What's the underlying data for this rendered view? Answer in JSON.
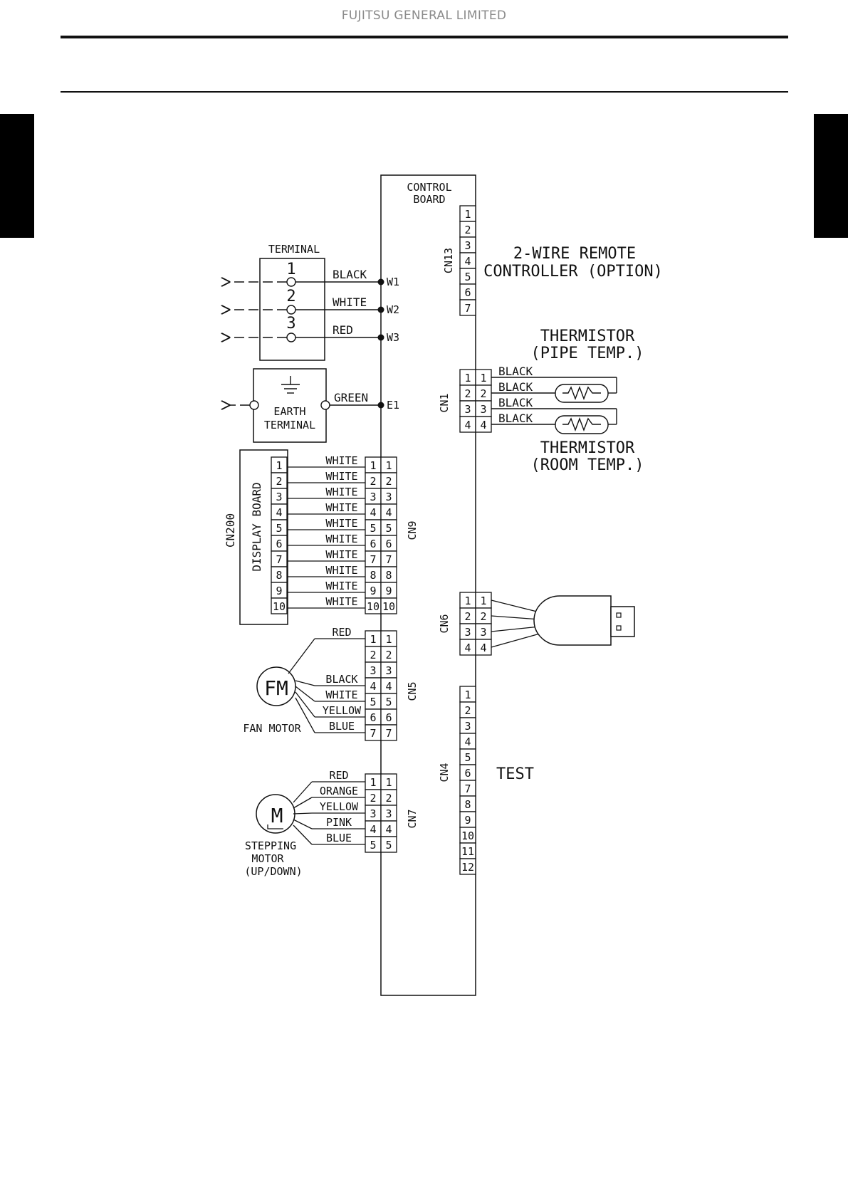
{
  "header": {
    "brand": "FUJITSU GENERAL LIMITED"
  },
  "board": {
    "title_line1": "CONTROL",
    "title_line2": "BOARD"
  },
  "terminal": {
    "title": "TERMINAL",
    "positions": [
      "1",
      "2",
      "3"
    ],
    "wires": [
      {
        "color": "BLACK",
        "node": "W1"
      },
      {
        "color": "WHITE",
        "node": "W2"
      },
      {
        "color": "RED",
        "node": "W3"
      }
    ]
  },
  "earth": {
    "line1": "EARTH",
    "line2": "TERMINAL",
    "wire": "GREEN",
    "node": "E1"
  },
  "display_board": {
    "title": "DISPLAY BOARD",
    "connector": "CN200",
    "pins": [
      "1",
      "2",
      "3",
      "4",
      "5",
      "6",
      "7",
      "8",
      "9",
      "10"
    ],
    "wires": [
      "WHITE",
      "WHITE",
      "WHITE",
      "WHITE",
      "WHITE",
      "WHITE",
      "WHITE",
      "WHITE",
      "WHITE",
      "WHITE"
    ]
  },
  "cn9": {
    "label": "CN9",
    "pins": [
      "1",
      "2",
      "3",
      "4",
      "5",
      "6",
      "7",
      "8",
      "9",
      "10"
    ]
  },
  "cn13": {
    "label": "CN13",
    "pins": [
      "1",
      "2",
      "3",
      "4",
      "5",
      "6",
      "7"
    ],
    "desc_line1": "2-WIRE REMOTE",
    "desc_line2": "CONTROLLER (OPTION)"
  },
  "cn1": {
    "label": "CN1",
    "pins": [
      "1",
      "2",
      "3",
      "4"
    ],
    "wires": [
      "BLACK",
      "BLACK",
      "BLACK",
      "BLACK"
    ],
    "pipe_line1": "THERMISTOR",
    "pipe_line2": "(PIPE TEMP.)",
    "room_line1": "THERMISTOR",
    "room_line2": "(ROOM TEMP.)"
  },
  "cn6": {
    "label": "CN6",
    "pins": [
      "1",
      "2",
      "3",
      "4"
    ]
  },
  "cn5": {
    "label": "CN5",
    "pins": [
      "1",
      "2",
      "3",
      "4",
      "5",
      "6",
      "7"
    ],
    "wires": [
      "RED",
      "",
      "",
      "BLACK",
      "WHITE",
      "YELLOW",
      "BLUE"
    ],
    "motor_symbol": "FM",
    "motor_label": "FAN MOTOR"
  },
  "cn4": {
    "label": "CN4",
    "pins": [
      "1",
      "2",
      "3",
      "4",
      "5",
      "6",
      "7",
      "8",
      "9",
      "10",
      "11",
      "12"
    ],
    "desc": "TEST"
  },
  "cn7": {
    "label": "CN7",
    "pins": [
      "1",
      "2",
      "3",
      "4",
      "5"
    ],
    "wires": [
      "RED",
      "ORANGE",
      "YELLOW",
      "PINK",
      "BLUE"
    ],
    "motor_symbol": "M",
    "motor_line1": "STEPPING",
    "motor_line2": "MOTOR",
    "motor_line3": "(UP/DOWN)"
  }
}
